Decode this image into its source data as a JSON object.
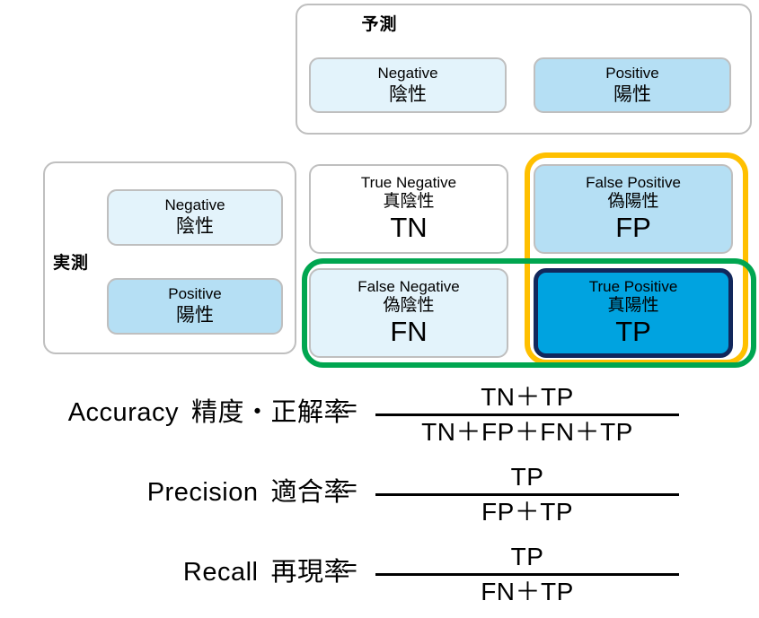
{
  "predicted": {
    "title": "予測",
    "classes": [
      {
        "en": "Negative",
        "ja": "陰性"
      },
      {
        "en": "Positive",
        "ja": "陽性"
      }
    ]
  },
  "actual": {
    "title": "実測",
    "classes": [
      {
        "en": "Negative",
        "ja": "陰性"
      },
      {
        "en": "Positive",
        "ja": "陽性"
      }
    ]
  },
  "matrix": {
    "cells": [
      {
        "en": "True Negative",
        "ja": "真陰性",
        "abbr": "TN"
      },
      {
        "en": "False Positive",
        "ja": "偽陽性",
        "abbr": "FP"
      },
      {
        "en": "False  Negative",
        "ja": "偽陰性",
        "abbr": "FN"
      },
      {
        "en": "True Positive",
        "ja": "真陽性",
        "abbr": "TP"
      }
    ]
  },
  "formulas": [
    {
      "name_en": "Accuracy",
      "name_ja": "精度・正解率",
      "equals": "=",
      "numerator": "TN＋TP",
      "denominator": "TN＋FP＋FN＋TP"
    },
    {
      "name_en": "Precision",
      "name_ja": "適合率",
      "equals": "=",
      "numerator": "TP",
      "denominator": "FP＋TP"
    },
    {
      "name_en": "Recall",
      "name_ja": "再現率",
      "equals": "=",
      "numerator": "TP",
      "denominator": "FN＋TP"
    }
  ],
  "colors": {
    "panel_border": "#BFBFBF",
    "light_blue": "#E3F3FB",
    "mid_blue": "#B5DFF4",
    "strong_blue": "#00A3E0",
    "navy_border": "#11275B",
    "precision_ring": "#FFC000",
    "recall_ring": "#00A650"
  }
}
